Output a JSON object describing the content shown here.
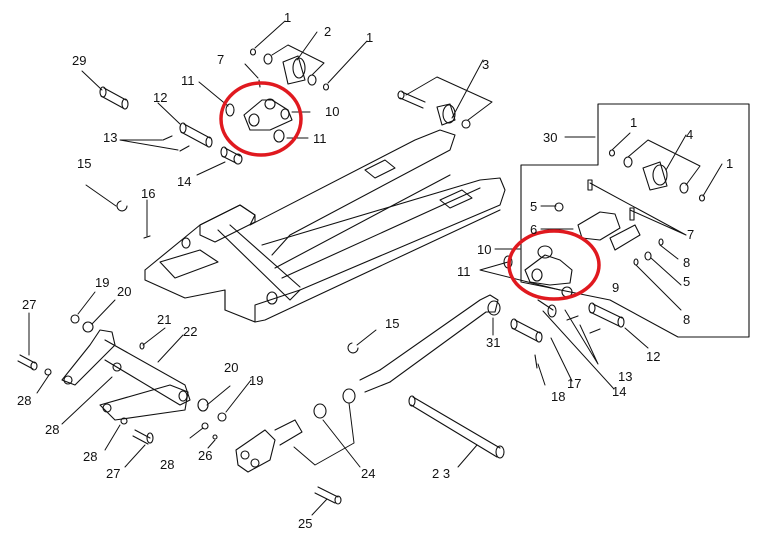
{
  "title": "Hand pallet truck exploded parts diagram",
  "highlight_color": "#e0191f",
  "callouts": [
    {
      "id": "c1a",
      "text": "1"
    },
    {
      "id": "c2",
      "text": "2"
    },
    {
      "id": "c1b",
      "text": "1"
    },
    {
      "id": "c29",
      "text": "29"
    },
    {
      "id": "c7a",
      "text": "7"
    },
    {
      "id": "c11a",
      "text": "11"
    },
    {
      "id": "c12a",
      "text": "12"
    },
    {
      "id": "c10a",
      "text": "10"
    },
    {
      "id": "c11b",
      "text": "11"
    },
    {
      "id": "c13a",
      "text": "13"
    },
    {
      "id": "c14a",
      "text": "14"
    },
    {
      "id": "c15a",
      "text": "15"
    },
    {
      "id": "c16",
      "text": "16"
    },
    {
      "id": "c3",
      "text": "3"
    },
    {
      "id": "c30",
      "text": "30"
    },
    {
      "id": "c1c",
      "text": "1"
    },
    {
      "id": "c4",
      "text": "4"
    },
    {
      "id": "c1d",
      "text": "1"
    },
    {
      "id": "c5a",
      "text": "5"
    },
    {
      "id": "c6",
      "text": "6"
    },
    {
      "id": "c7b",
      "text": "7"
    },
    {
      "id": "c10b",
      "text": "10"
    },
    {
      "id": "c8a",
      "text": "8"
    },
    {
      "id": "c11c",
      "text": "11"
    },
    {
      "id": "c5b",
      "text": "5"
    },
    {
      "id": "c9",
      "text": "9"
    },
    {
      "id": "c8b",
      "text": "8"
    },
    {
      "id": "c27a",
      "text": "27"
    },
    {
      "id": "c19a",
      "text": "19"
    },
    {
      "id": "c20a",
      "text": "20"
    },
    {
      "id": "c21",
      "text": "21"
    },
    {
      "id": "c22",
      "text": "22"
    },
    {
      "id": "c15b",
      "text": "15"
    },
    {
      "id": "c31",
      "text": "31"
    },
    {
      "id": "c12b",
      "text": "12"
    },
    {
      "id": "c28a",
      "text": "28"
    },
    {
      "id": "c17",
      "text": "17"
    },
    {
      "id": "c13b",
      "text": "13"
    },
    {
      "id": "c20b",
      "text": "20"
    },
    {
      "id": "c19b",
      "text": "19"
    },
    {
      "id": "c18",
      "text": "18"
    },
    {
      "id": "c14b",
      "text": "14"
    },
    {
      "id": "c28b",
      "text": "28"
    },
    {
      "id": "c28c",
      "text": "28"
    },
    {
      "id": "c26",
      "text": "26"
    },
    {
      "id": "c28d",
      "text": "28"
    },
    {
      "id": "c27b",
      "text": "27"
    },
    {
      "id": "c24",
      "text": "24"
    },
    {
      "id": "c23",
      "text": "2 3"
    },
    {
      "id": "c25",
      "text": "25"
    }
  ],
  "labels": {
    "c1a": "1",
    "c2": "2",
    "c1b": "1",
    "c29": "29",
    "c7a": "7",
    "c11a": "11",
    "c12a": "12",
    "c10a": "10",
    "c11b": "11",
    "c13a": "13",
    "c14a": "14",
    "c15a": "15",
    "c16": "16",
    "c3": "3",
    "c30": "30",
    "c1c": "1",
    "c4": "4",
    "c1d": "1",
    "c5a": "5",
    "c6": "6",
    "c7b": "7",
    "c10b": "10",
    "c8a": "8",
    "c11c": "11",
    "c5b": "5",
    "c9": "9",
    "c8b": "8",
    "c27a": "27",
    "c19a": "19",
    "c20a": "20",
    "c21": "21",
    "c22": "22",
    "c15b": "15",
    "c31": "31",
    "c12b": "12",
    "c28a": "28",
    "c17": "17",
    "c13b": "13",
    "c20b": "20",
    "c19b": "19",
    "c18": "18",
    "c14b": "14",
    "c28b": "28",
    "c28c": "28",
    "c26": "26",
    "c28d": "28",
    "c27b": "27",
    "c24": "24",
    "c23": "2 3",
    "c25": "25"
  }
}
